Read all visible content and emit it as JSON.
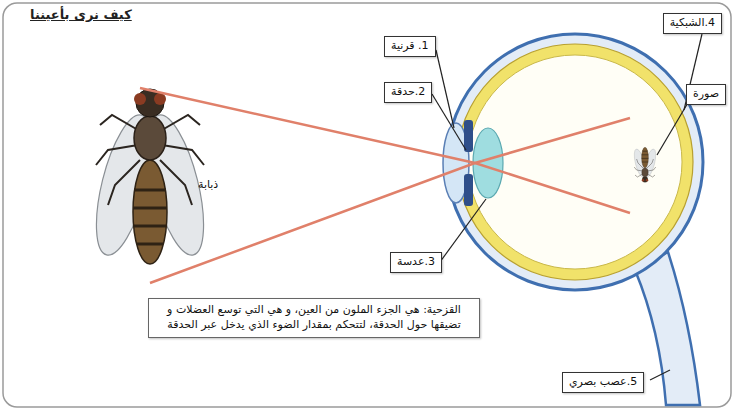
{
  "diagram": {
    "title": "كيف نرى بأعيننا",
    "nodes": [
      {
        "text": [
          "4.الشبكية"
        ]
      },
      {
        "text": [
          "1. قرنية"
        ]
      },
      {
        "text": [
          "2.حدقة"
        ]
      },
      {
        "text": [
          "صورة"
        ]
      },
      {
        "text": [
          "3.عدسة"
        ]
      },
      {
        "text": [
          "القزحية: هي الجزء الملون من العين، و هي التي توسع العضلات و تضيقها حول الحدقة، لتتحكم بمقدار الضوء الذي يدخل عبر الحدقة"
        ]
      },
      {
        "text": [
          "5.عصب بصري"
        ]
      }
    ],
    "labels": [
      "ذبابة"
    ]
  }
}
